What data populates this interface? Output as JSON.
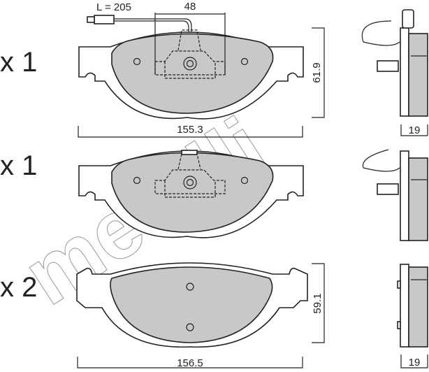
{
  "watermark": "metelli",
  "pads": [
    {
      "quantity": "x 1",
      "wire_length": "L = 205",
      "sensor_width": "48",
      "height": "61.9",
      "width": "155.3",
      "thickness": "19"
    },
    {
      "quantity": "x 1"
    },
    {
      "quantity": "x 2",
      "height": "59.1",
      "width": "156.5",
      "thickness": "19"
    }
  ]
}
